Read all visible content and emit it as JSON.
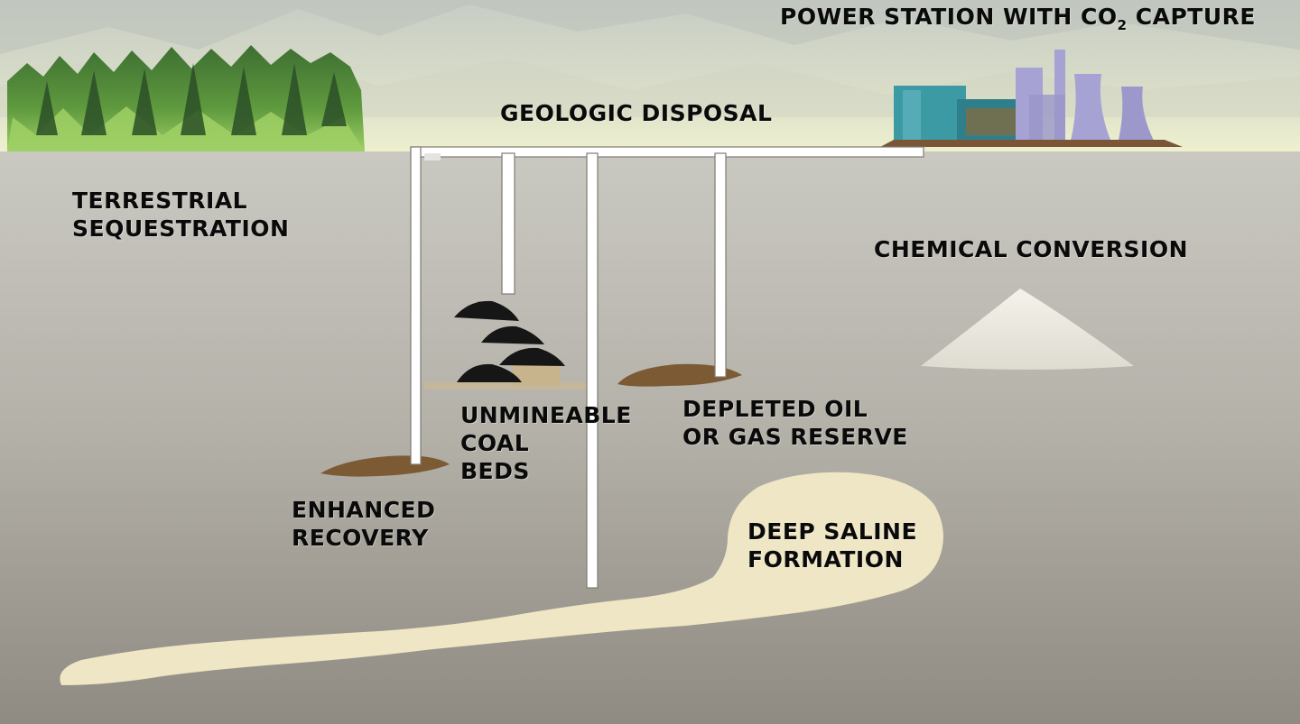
{
  "labels": {
    "power_station": "POWER STATION WITH CO",
    "power_station_sub": "2",
    "power_station_tail": " CAPTURE",
    "geologic_disposal": "GEOLOGIC DISPOSAL",
    "terrestrial_line1": "TERRESTRIAL",
    "terrestrial_line2": "SEQUESTRATION",
    "chemical_conversion": "CHEMICAL CONVERSION",
    "unmineable_line1": "UNMINEABLE",
    "unmineable_line2": "COAL",
    "unmineable_line3": "BEDS",
    "depleted_line1": "DEPLETED OIL",
    "depleted_line2": "OR GAS RESERVE",
    "enhanced_line1": "ENHANCED",
    "enhanced_line2": "RECOVERY",
    "saline_line1": "DEEP SALINE",
    "saline_line2": "FORMATION"
  },
  "colors": {
    "sky_top": "#c9cfc6",
    "surface": "#e8eccd",
    "underground_top": "#c6c5bd",
    "underground_bottom": "#8f8a82",
    "pipe": "#ffffff",
    "saline": "#efe8c6",
    "chemical_pile": "#f1efe6",
    "oil_deposit": "#7b5a34",
    "coal": "#161616",
    "forest_dark": "#2f5d2b",
    "forest_light": "#7fbf4a",
    "power_plant_teal": "#3a9aa6",
    "power_plant_lilac": "#a7a2d4"
  }
}
